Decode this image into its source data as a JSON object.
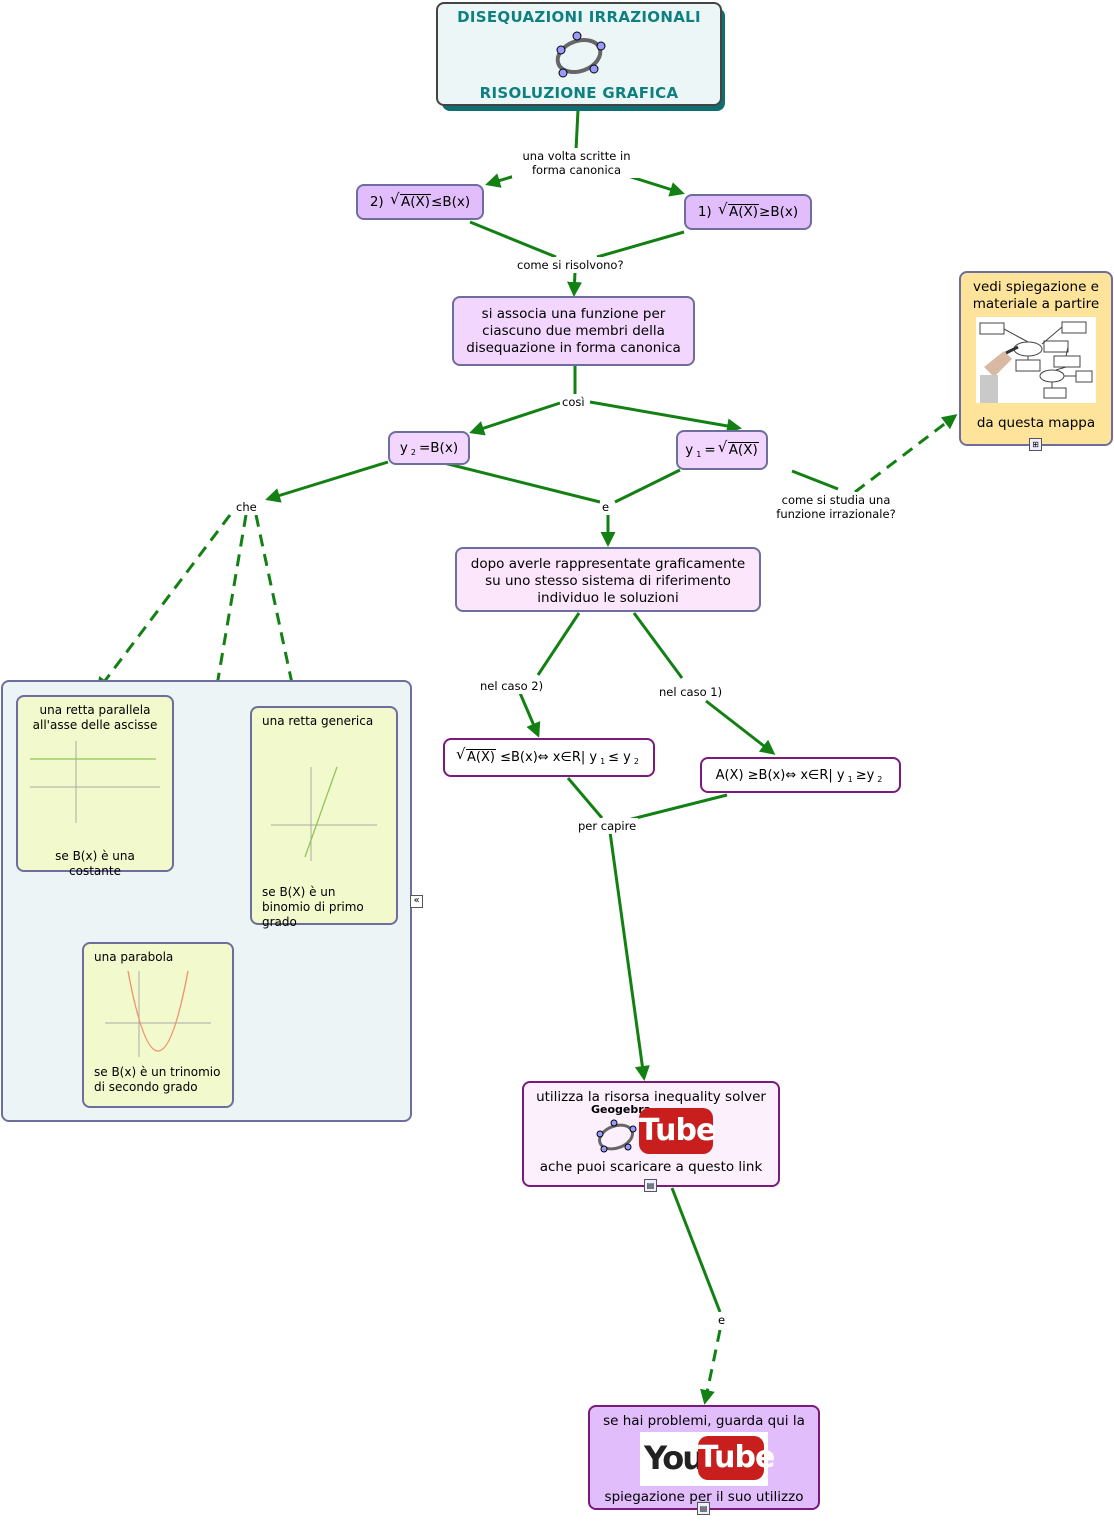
{
  "title": {
    "line1": "DISEQUAZIONI IRRAZIONALI",
    "line2": "RISOLUZIONE GRAFICA"
  },
  "links": {
    "canonica": "una volta scritte in forma canonica",
    "risolvono": "come si risolvono?",
    "cosi": "così",
    "che": "che",
    "e1": "e",
    "studia": "come si studia una funzione irrazionale?",
    "caso2": "nel  caso 2)",
    "caso1": "nel  caso 1)",
    "capire": "per capire",
    "e2": "e"
  },
  "nodes": {
    "ineq2_prefix": "2)",
    "ineq2_radicand": "A(X)",
    "ineq2_rest": "≤B(x)",
    "ineq1_prefix": "1)",
    "ineq1_radicand": "A(X)",
    "ineq1_rest": "≥B(x)",
    "associa": "si associa una funzione per ciascuno due membri della disequazione in forma canonica",
    "y2_sym": "y",
    "y2_sub": "2",
    "y2_rest": "=B(x)",
    "y1_sym": "y",
    "y1_sub": "1",
    "y1_eq": "=",
    "y1_radicand": "A(X)",
    "dopo": "dopo averle rappresentate graficamente su uno stesso sistema di riferimento individuo le soluzioni",
    "sol2_radicand": "A(X)",
    "sol2_mid": "≤B(x)⇔ x∈R|  y",
    "sol2_sub1": "1",
    "sol2_rel": "≤ y",
    "sol2_sub2": "2",
    "sol1_start": "A(X) ≥B(x)⇔ x∈R|  y",
    "sol1_sub1": "1",
    "sol1_rel": "≥y",
    "sol1_sub2": "2",
    "vedi_top": "vedi spiegazione e materiale a partire",
    "vedi_bottom": "da questa mappa",
    "solver_top": "utilizza la risorsa inequality solver",
    "solver_brand": "Geogebra",
    "solver_tube": "Tube",
    "solver_bottom": "ache puoi scaricare a questo link",
    "yt_top": "se hai problemi, guarda qui la",
    "yt_you": "You",
    "yt_tube": "Tube",
    "yt_bottom": "spiegazione  per il suo utilizzo"
  },
  "leaves": {
    "costante_top": "una retta parallela all'asse delle ascisse",
    "costante_bottom": "se B(x) è una costante",
    "generica_top": "una retta generica",
    "generica_bottom": "se B(X) è un binomio di primo grado",
    "parabola_top": "una parabola",
    "parabola_bottom": "se B(x) è un trinomio di secondo grado"
  },
  "colors": {
    "link": "#138013",
    "border": "#6e6e9e",
    "title_text": "#0e8080",
    "lilac": "#e2bdfb",
    "pink": "#f7e0fd",
    "light_pink": "#fdf0fd",
    "leaf": "#f2f9cc",
    "panel": "#edf4f6",
    "yellow": "#fde49a",
    "purple_border": "#7a1a7a"
  },
  "icons": [
    "geogebra-logo-icon",
    "collapse-icon",
    "map-link-icon",
    "document-link-icon"
  ]
}
